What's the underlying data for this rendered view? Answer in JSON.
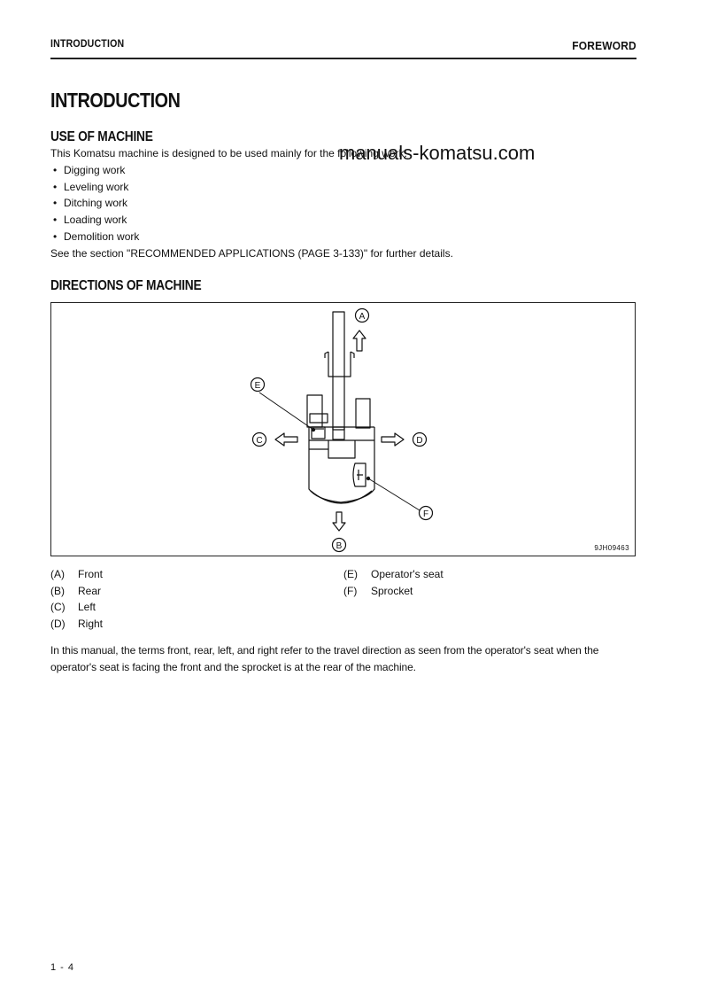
{
  "header": {
    "left": "INTRODUCTION",
    "right": "FOREWORD"
  },
  "title": "INTRODUCTION",
  "section_use": {
    "heading": "USE OF MACHINE",
    "intro": "This Komatsu machine is designed to be used mainly for the following work:",
    "items": [
      "Digging work",
      "Leveling work",
      "Ditching work",
      "Loading work",
      "Demolition work"
    ],
    "see_also": "See the section \"RECOMMENDED APPLICATIONS (PAGE 3-133)\" for further details."
  },
  "watermark": "manuals-komatsu.com",
  "section_directions": {
    "heading": "DIRECTIONS OF MACHINE",
    "figure_code": "9JH09463",
    "callouts": [
      "A",
      "B",
      "C",
      "D",
      "E",
      "F"
    ],
    "legend_left": [
      {
        "key": "(A)",
        "label": "Front"
      },
      {
        "key": "(B)",
        "label": "Rear"
      },
      {
        "key": "(C)",
        "label": "Left"
      },
      {
        "key": "(D)",
        "label": "Right"
      }
    ],
    "legend_right": [
      {
        "key": "(E)",
        "label": "Operator's seat"
      },
      {
        "key": "(F)",
        "label": "Sprocket"
      }
    ],
    "paragraph": "In this manual, the terms front, rear, left, and right refer to the travel direction as seen from the operator's seat when the operator's seat is facing the front and the sprocket is at the rear of the machine."
  },
  "page_number": "1 - 4"
}
